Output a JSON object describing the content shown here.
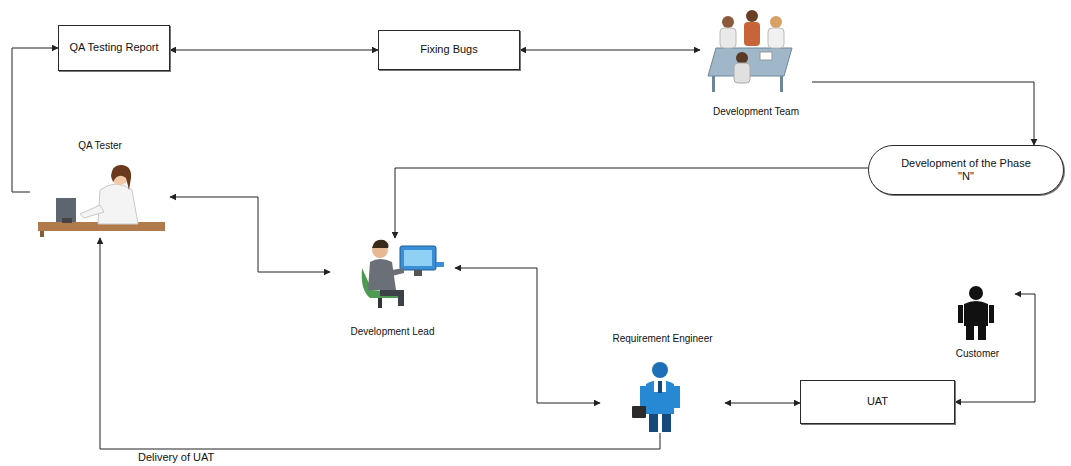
{
  "diagram": {
    "nodes": [
      {
        "text": [
          "QA Testing Report"
        ]
      },
      {
        "text": [
          "Fixing Bugs"
        ]
      },
      {
        "text": [
          "Development Team"
        ]
      },
      {
        "text": [
          "Development of the Phase \"N\""
        ]
      },
      {
        "text": [
          "QA Tester"
        ]
      },
      {
        "text": [
          "Development Lead"
        ]
      },
      {
        "text": [
          "Customer"
        ]
      },
      {
        "text": [
          "Requirement Engineer"
        ]
      },
      {
        "text": [
          "UAT"
        ]
      }
    ],
    "edges": [
      {
        "from": 0,
        "to": 1,
        "arrow": "both"
      },
      {
        "from": 1,
        "to": 2,
        "arrow": "both"
      },
      {
        "from": 2,
        "to": 3,
        "arrow": "to"
      },
      {
        "from": 3,
        "to": 5,
        "arrow": "to"
      },
      {
        "from": 4,
        "to": 5,
        "arrow": "both"
      },
      {
        "from": 4,
        "to": 0,
        "arrow": "to"
      },
      {
        "from": 5,
        "to": 7,
        "arrow": "both"
      },
      {
        "from": 7,
        "to": 8,
        "arrow": "both"
      },
      {
        "from": 8,
        "to": 6,
        "arrow": "both"
      },
      {
        "from": 7,
        "to": 4,
        "label": "Delivery of UAT",
        "arrow": "to"
      }
    ]
  }
}
